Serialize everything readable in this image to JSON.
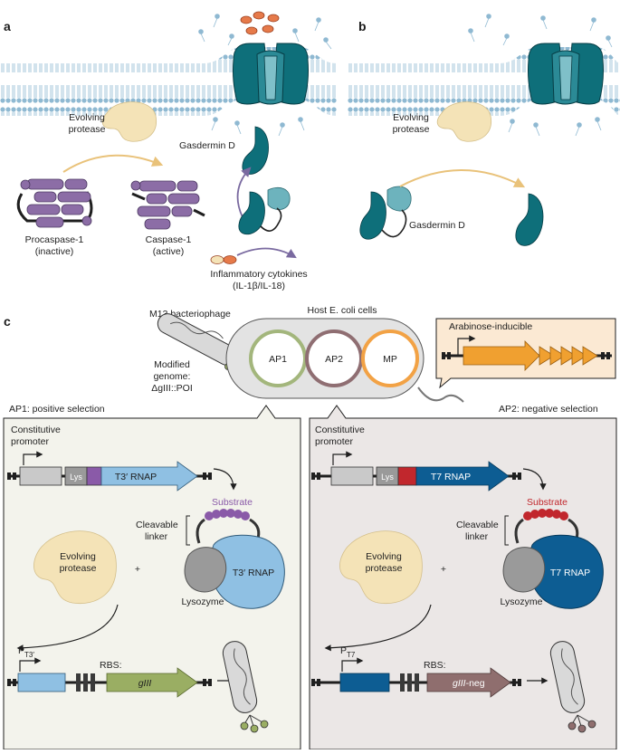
{
  "panel_labels": {
    "a": "a",
    "b": "b",
    "c": "c"
  },
  "panel_a": {
    "evolving_protease": [
      "Evolving",
      "protease"
    ],
    "gasdermin_d": "Gasdermin D",
    "procaspase": [
      "Procaspase-1",
      "(inactive)"
    ],
    "caspase": [
      "Caspase-1",
      "(active)"
    ],
    "cytokines": [
      "Inflammatory cytokines",
      "(IL-1β/IL-18)"
    ]
  },
  "panel_b": {
    "evolving_protease": [
      "Evolving",
      "protease"
    ],
    "gasdermin_d": "Gasdermin D"
  },
  "panel_c": {
    "phage_title": "M13 bacteriophage",
    "genome": [
      "Modified",
      "genome:",
      "ΔgIII::POI"
    ],
    "host_title": "Host E. coli cells",
    "plasmids": [
      "AP1",
      "AP2",
      "MP"
    ],
    "arabinose": "Arabinose-inducible",
    "ap1": {
      "title": "AP1: positive selection",
      "promoter": [
        "Constitutive",
        "promoter"
      ],
      "lys": "Lys",
      "rnap": "T3′ RNAP",
      "substrate": "Substrate",
      "linker": [
        "Cleavable",
        "linker"
      ],
      "protease": [
        "Evolving",
        "protease"
      ],
      "plus": "+",
      "lysozyme": "Lysozyme",
      "complex_rnap": "T3′ RNAP",
      "p_label": "P",
      "p_sub": "T3′",
      "rbs": "RBS:",
      "gene": "gIII"
    },
    "ap2": {
      "title": "AP2: negative selection",
      "promoter": [
        "Constitutive",
        "promoter"
      ],
      "lys": "Lys",
      "rnap": "T7 RNAP",
      "substrate": "Substrate",
      "linker": [
        "Cleavable",
        "linker"
      ],
      "protease": [
        "Evolving",
        "protease"
      ],
      "plus": "+",
      "lysozyme": "Lysozyme",
      "complex_rnap": "T7 RNAP",
      "p_label": "P",
      "p_sub": "T7",
      "rbs": "RBS:",
      "gene": "gIII",
      "gene_suffix": "-neg"
    }
  },
  "colors": {
    "teal": "#0e6f7a",
    "teal_light": "#6db3bd",
    "purple": "#8c6da6",
    "protease": "#f4e3b7",
    "ap1_box": "#f3f3ec",
    "ap2_box": "#ebe7e6",
    "t3_blue": "#8fc0e3",
    "t7_blue": "#0d5d93",
    "gIII_green": "#9aae63",
    "gIII_neg": "#8f6e6e",
    "sub_purple": "#8a5aa8",
    "sub_red": "#c1272d",
    "ap1_ring": "#a3b67c",
    "ap2_ring": "#8f6e72",
    "mp_ring": "#f2a245",
    "orange": "#f0a030"
  }
}
